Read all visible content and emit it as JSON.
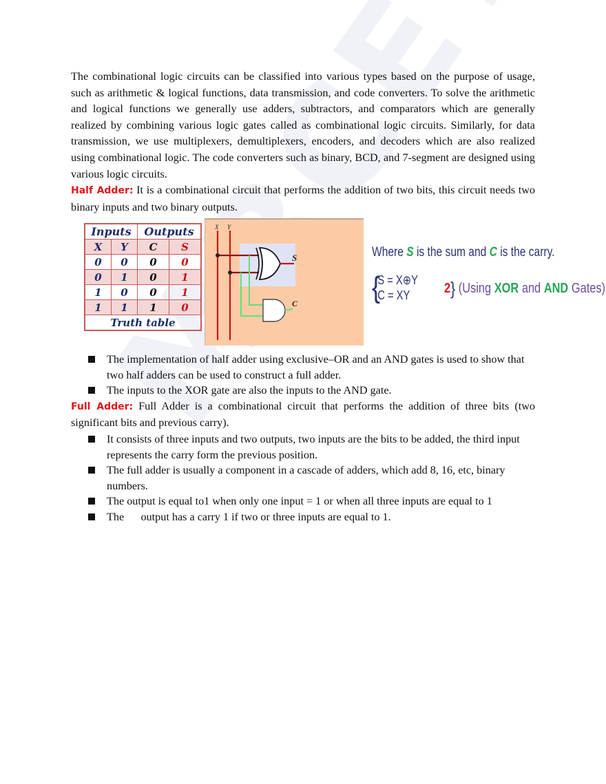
{
  "watermark": "MRCET",
  "intro": "The combinational logic circuits can be classified into various types based on the purpose of usage, such as arithmetic & logical functions, data transmission, and code converters. To solve the arithmetic and logical functions we generally use adders, subtractors, and comparators which are generally realized by combining various logic gates called as combinational logic circuits. Similarly, for data transmission, we use multiplexers, demultiplexers, encoders, and decoders which are also realized using combinational logic. The code converters such as binary, BCD, and 7-segment are designed using various logic circuits.",
  "half_adder": {
    "label": "Half Adder:",
    "text": " It is a combinational circuit that performs the addition of two bits, this circuit needs two binary inputs and two binary outputs.",
    "truth_table": {
      "group_headers": [
        "Inputs",
        "Outputs"
      ],
      "columns": [
        "X",
        "Y",
        "C",
        "S"
      ],
      "rows": [
        [
          "0",
          "0",
          "0",
          "0"
        ],
        [
          "0",
          "1",
          "0",
          "1"
        ],
        [
          "1",
          "0",
          "0",
          "1"
        ],
        [
          "1",
          "1",
          "1",
          "0"
        ]
      ],
      "caption": "Truth table"
    },
    "circuit": {
      "input_labels": [
        "X",
        "Y"
      ],
      "output_labels": [
        "S",
        "C"
      ],
      "gates": [
        "XOR",
        "AND"
      ],
      "colors": {
        "background": "#fbcba6",
        "wire_input": "#c8141b",
        "wire_and": "#5fe07a",
        "highlight": "#dfe3f3"
      }
    },
    "equations": {
      "where_pre": "Where ",
      "where_s": "S",
      "where_mid": " is the sum and ",
      "where_c": "C",
      "where_post": " is the carry.",
      "sum": "S = X⊕Y",
      "carry": "C = XY",
      "note_num": "2",
      "note_pre": "(Using ",
      "note_xor": "XOR",
      "note_and_word": " and ",
      "note_and": "AND",
      "note_post": " Gates)"
    },
    "bullets": [
      "The implementation of half adder using exclusive–OR and an AND gates is used to show that two half adders can be used to construct a full adder.",
      " The inputs to the XOR gate are also the inputs to the AND gate."
    ]
  },
  "full_adder": {
    "label": "Full Adder:",
    "text": " Full Adder is a combinational circuit that performs the addition of three bits (two significant bits and previous carry).",
    "bullets": [
      "It consists of three inputs and two outputs, two inputs are the bits to be added, the third input represents the carry form the previous position.",
      "The full adder is usually a component in a cascade of adders, which add 8, 16, etc, binary numbers.",
      "The output is equal to1 when only one input = 1 or when all three inputs are equal to 1",
      " The      output has a carry 1 if two or three inputs are equal to 1."
    ]
  },
  "colors": {
    "heading_red": "#e8151b",
    "table_border": "#c65a5a",
    "table_shade": "#f5d6d6",
    "navy": "#1d2d6b",
    "green": "#27a554"
  }
}
